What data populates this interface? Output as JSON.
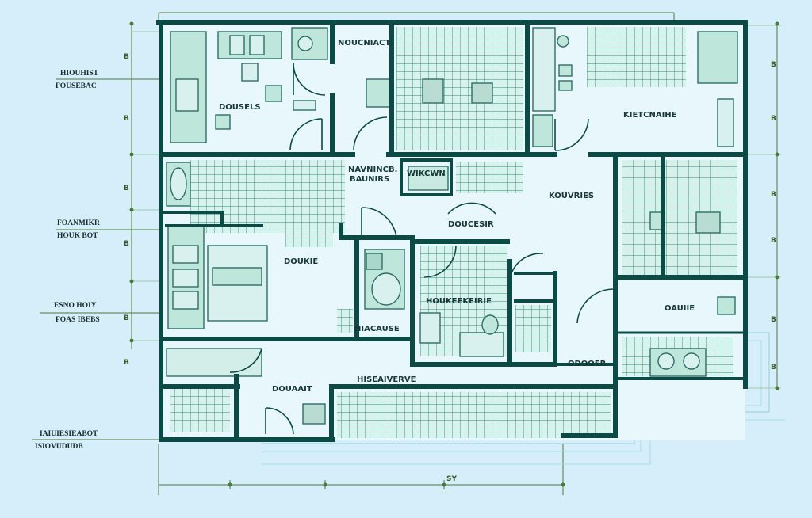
{
  "colors": {
    "background": "#d6eefa",
    "wall": "#0b4a45",
    "floor": "#e8f7fb",
    "tile": "#d8f2ee",
    "tile_line": "#2e8a78",
    "fixture": "#bfe6da",
    "dim_line": "#4a7a3a",
    "label": "#173838"
  },
  "rooms": [
    {
      "id": "r1",
      "label": "NOUCNIACT"
    },
    {
      "id": "r2",
      "label": "DOUSELS"
    },
    {
      "id": "r3",
      "label": "KIETCNAIHE"
    },
    {
      "id": "r4a",
      "label": "NAVNINCB."
    },
    {
      "id": "r4b",
      "label": "BAUNIRS"
    },
    {
      "id": "r5",
      "label": "WIKCWN"
    },
    {
      "id": "r6",
      "label": "KOUVRIES"
    },
    {
      "id": "r7",
      "label": "DOUCESIR"
    },
    {
      "id": "r8",
      "label": "DOUKIE"
    },
    {
      "id": "r9",
      "label": "HOUKEEKEIRIE"
    },
    {
      "id": "r10",
      "label": "OAUIIE"
    },
    {
      "id": "r11",
      "label": "NIACAUSE"
    },
    {
      "id": "r12",
      "label": "ODOOER"
    },
    {
      "id": "r13",
      "label": "DOUAAIT"
    },
    {
      "id": "r14",
      "label": "HISEAIVERVE"
    }
  ],
  "side_labels": [
    {
      "line1": "HIOUHIST",
      "line2": "FOUSEBAC"
    },
    {
      "line1": "FOANMIKR",
      "line2": "HOUK BOT"
    },
    {
      "line1": "ESNO HOIY",
      "line2": "FOAS IBEBS"
    },
    {
      "line1": "IAIUIESIEABOT",
      "line2": "ISIOVUDUDB"
    }
  ],
  "bottom_dim_label": "SY",
  "left_dim_marks": [
    "B",
    "B",
    "B",
    "B",
    "B",
    "B"
  ],
  "right_dim_marks": [
    "B",
    "B",
    "B",
    "B",
    "B",
    "B"
  ]
}
